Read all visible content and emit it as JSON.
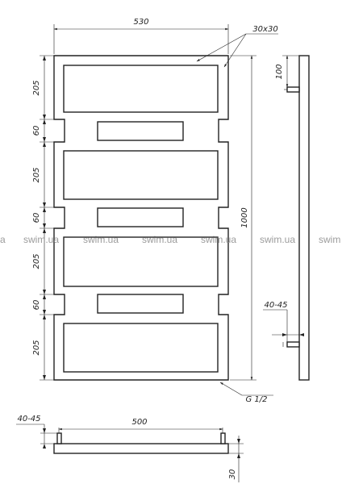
{
  "watermark": {
    "text": "swim.ua",
    "edge_left": "a",
    "edge_right": "swim"
  },
  "front_view": {
    "width_label": "530",
    "profile_label": "30x30",
    "section_labels": [
      "205",
      "60",
      "205",
      "60",
      "205",
      "60",
      "205"
    ],
    "height_label": "1000",
    "thread_label": "G 1/2"
  },
  "side_view": {
    "top_offset_label": "100",
    "wall_gap_label": "40-45"
  },
  "bottom_view": {
    "wall_gap_label": "40-45",
    "center_distance_label": "500",
    "depth_label": "30"
  }
}
